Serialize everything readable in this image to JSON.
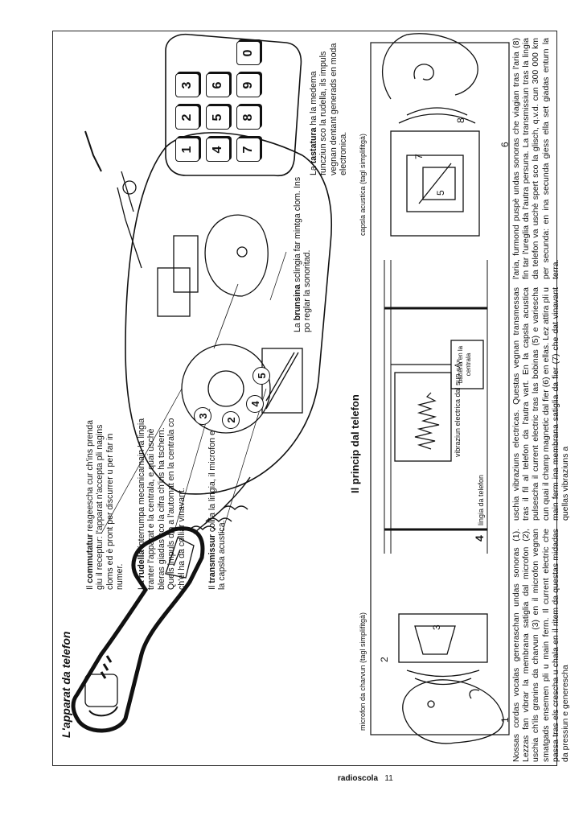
{
  "section1": {
    "title": "L'apparat da telefon",
    "commutatur": [
      "commutatur",
      " reageescha cur ch'ins prenda giu il receptur: l'apparat n'accepta pli nagins cloms ed è pront per discurrer u per far in numer."
    ],
    "rudella": [
      "La ",
      "rudella",
      " interrumpa mecanicamain la lingia tranter l'apparat e la centrala, e quai uschè bleras giadas sco la cifra ch'ins ha tschern. Quels impuls din a l'automat en la centrala co ch'el ha da colliar vinavant."
    ],
    "transmissur": [
      "Il ",
      "transmissur",
      " collia la lingia, il microfon e la capsla acustica."
    ],
    "brunsina": [
      "La ",
      "brunsina",
      " sclingia far mintga clom. Ins po reglar la sonoritad."
    ],
    "tastatura": [
      "La ",
      "tastatura",
      " ha la medema funcziun sco la rudella, ils impuls vegnan dentant generads en moda electronica."
    ],
    "commutatur_prefix": "Il "
  },
  "section2": {
    "title": "Il princip dal telefon",
    "mic_label": "microfon da charvun (tagl simplifitgà)",
    "capsla_label": "capsla acustica (tagl simplifitgà)",
    "line_label": "lingia da telefon",
    "vibration_label": "vibraziun electrica dal sun «A»",
    "battery_label": "batteria en la centrala",
    "numbers": {
      "n1": "1",
      "n2": "2",
      "n3": "3",
      "n4": "4",
      "n5": "5",
      "n6": "6",
      "n7": "7",
      "n8": "8"
    }
  },
  "keypad": [
    "1",
    "2",
    "3",
    "4",
    "5",
    "6",
    "7",
    "8",
    "9",
    "0"
  ],
  "dial_digits": [
    "3",
    "2",
    "4",
    "5"
  ],
  "body_text": {
    "col1": "Nossas cordas vocalas generaschan undas sonoras (1). Lezzas fan vibrar la membrana satiglia dal microfon (2), uschia ch'ils granins da charvun (3) en il microfon vegnan smatgads ensemen pli u main ferm. Il current electric che passa tras els crescha u chala en il ritem da questas midadas da pressiun e genereschа",
    "col2": "uschia vibraziuns electricas. Questas vegnan transmessas tras il fil al telefon da l'autra vart. En la capsla acustica pulsescha il current electric tras las bobinas (5) e varieschа cun quai il champ magnetic dal fier (6) en ellas. Lez attira pli u main ferm ina membrana satiglia da fier (7) che dat vinavant quellas vibraziuns a",
    "col3": "l'aria, furmond puspè undas sonoras che viagian tras l'aria (8) fin tar l'ureglia da l'autra persuna. La transmissiun tras la lingia da telefon va uschè spert sco la glisch, q.v.d. cun 300 000 km per secunda: en ina secunda giess ella set giadas enturn la terra."
  },
  "footer": {
    "brand": "radioscola",
    "page": "11"
  }
}
